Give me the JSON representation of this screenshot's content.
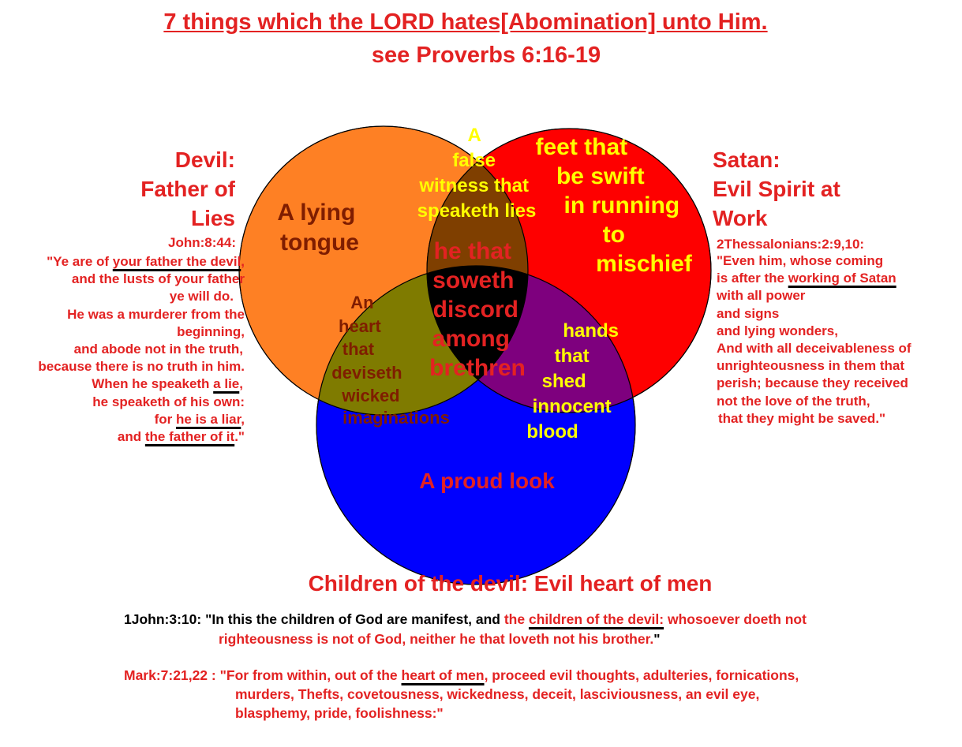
{
  "header": {
    "title": "7 things which the LORD hates[Abomination] unto Him.",
    "subtitle": "see Proverbs 6:16-19"
  },
  "colors": {
    "devil_circle": "#fe8024",
    "satan_circle": "#fe0000",
    "children_circle": "#0000fe",
    "false_witness": "#7f3f00",
    "hands_region": "#7e007e",
    "heart_region": "#7f7b00",
    "center": "#000000",
    "red_text": "#e32222",
    "yellow_text": "#ffff00"
  },
  "venn": {
    "lying_tongue": [
      "A lying",
      "tongue"
    ],
    "feet": [
      "feet that",
      "be swift",
      "in running",
      "to",
      "mischief"
    ],
    "proud_look": "A proud look",
    "false_witness": [
      "A",
      "false",
      "witness that",
      "speaketh lies"
    ],
    "heart": [
      "An",
      "heart",
      "that",
      "deviseth",
      "wicked",
      "imaginations"
    ],
    "hands": [
      "hands",
      "that",
      "shed",
      "innocent",
      "blood"
    ],
    "center": [
      "he that",
      "soweth",
      "discord",
      "among",
      "brethren"
    ]
  },
  "left": {
    "heading": [
      "Devil:",
      "Father of",
      "Lies"
    ],
    "reference": "John:8:44:",
    "verse": {
      "l1_a": "\"Ye are of ",
      "l1_u": "your father the devil",
      "l1_b": ",",
      "l2": "and the lusts of your father",
      "l3": "ye will do.",
      "l4": "He was a murderer from the",
      "l5": "beginning,",
      "l6": "and abode not in the truth,",
      "l7": "because there is no truth in him.",
      "l8_a": "When he speaketh ",
      "l8_u": "a lie",
      "l8_b": ",",
      "l9": "he speaketh of his own:",
      "l10_a": "for ",
      "l10_u": "he is a liar",
      "l10_b": ",",
      "l11_a": "and ",
      "l11_u": "the father of it",
      "l11_b": ".\""
    }
  },
  "right": {
    "heading": [
      "Satan:",
      "Evil Spirit at",
      "Work"
    ],
    "reference": "2Thessalonians:2:9,10:",
    "verse": {
      "l1": "\"Even him, whose coming",
      "l2_a": "is after the ",
      "l2_u": "working of Satan",
      "l3": "with all power",
      "l4": "and signs",
      "l5": "and lying wonders,",
      "l6": "And with all deceivableness of",
      "l7": "unrighteousness in them that",
      "l8": "perish;  because they received",
      "l9": "not the love of the truth,",
      "l10": "that they might be saved.\""
    }
  },
  "bottom": {
    "heading": "Children of the devil: Evil heart of men",
    "john": {
      "ref": "1John:3:10: ",
      "text_a": "\"In this the children of God are manifest, and ",
      "text_b": "the ",
      "underlined": "children of the devil:",
      "text_c": " whosoever doeth not",
      "line2": "righteousness is not of God, neither he that loveth not his brother.",
      "line2_end": "\""
    },
    "mark": {
      "ref": "Mark:7:21,22 : ",
      "text_a": "\"For from within, out of the ",
      "underlined": "heart of men",
      "text_b": ", proceed evil thoughts, adulteries, fornications,",
      "line2": "murders, Thefts, covetousness, wickedness, deceit, lasciviousness, an evil eye,",
      "line3": "blasphemy, pride, foolishness:\""
    }
  }
}
